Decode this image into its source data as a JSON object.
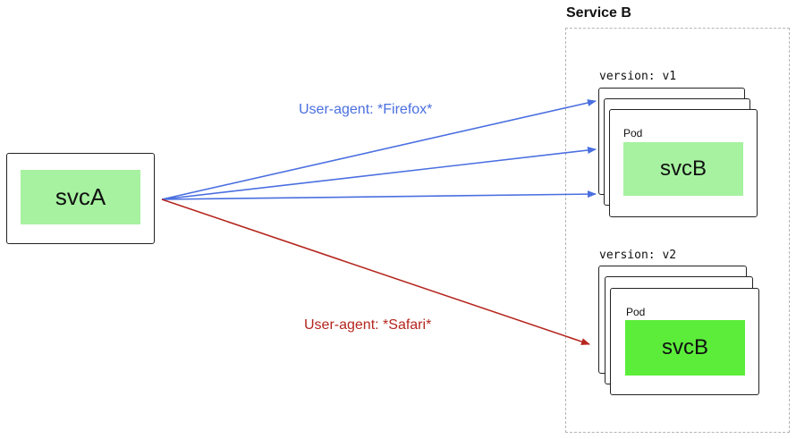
{
  "service_a": {
    "label": "svcA",
    "inner_color": "#a6f2a0"
  },
  "service_b": {
    "title": "Service B",
    "v1": {
      "version_label": "version: v1",
      "pod_label": "Pod",
      "svc_label": "svcB",
      "color": "#a6f2a0"
    },
    "v2": {
      "version_label": "version: v2",
      "pod_label": "Pod",
      "svc_label": "svcB",
      "color": "#5ced3b"
    }
  },
  "routes": {
    "firefox": {
      "label": "User-agent: *Firefox*",
      "color": "#4a6fe0"
    },
    "safari": {
      "label": "User-agent: *Safari*",
      "color": "#b5261e"
    }
  }
}
